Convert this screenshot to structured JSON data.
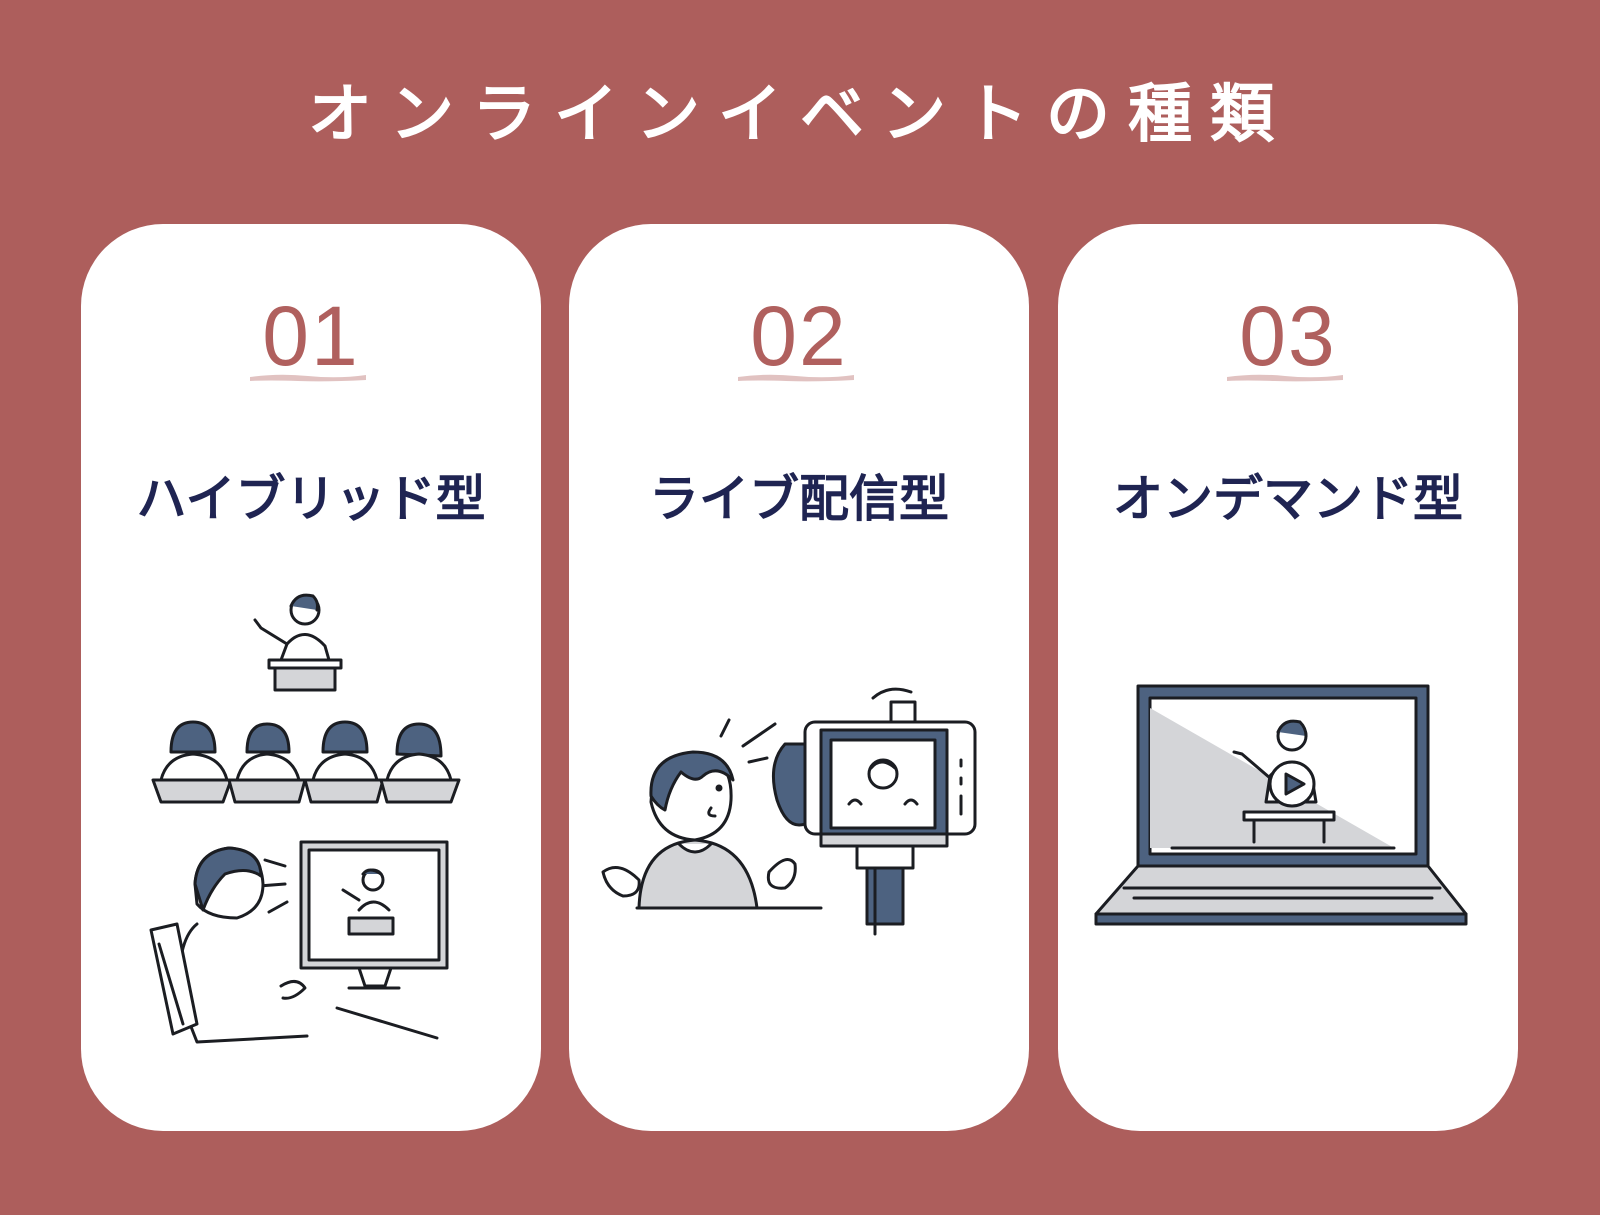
{
  "header": {
    "title": "オンラインイベントの種類"
  },
  "cards": [
    {
      "number": "01",
      "title": "ハイブリッド型",
      "illustration": "seminar-audience-and-remote-viewer-icon"
    },
    {
      "number": "02",
      "title": "ライブ配信型",
      "illustration": "live-streaming-camera-icon"
    },
    {
      "number": "03",
      "title": "オンデマンド型",
      "illustration": "laptop-video-playback-icon"
    }
  ],
  "colors": {
    "background": "#ad5e5c",
    "card": "#ffffff",
    "number": "#b0605e",
    "title": "#1f2452",
    "illustration_accent": "#4d6280",
    "illustration_gray": "#d4d5d8"
  }
}
